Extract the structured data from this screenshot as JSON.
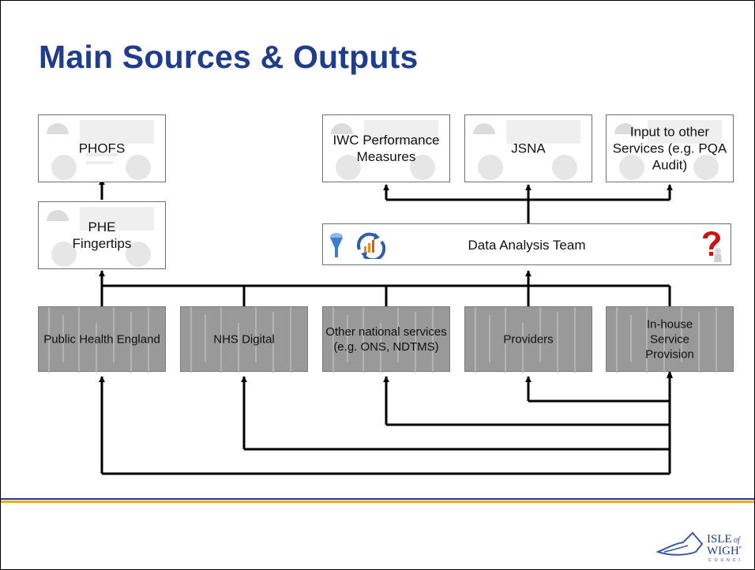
{
  "title": "Main Sources & Outputs",
  "outputs": [
    {
      "id": "phofs",
      "label": "PHOFS"
    },
    {
      "id": "iwc",
      "label": "IWC Performance Measures"
    },
    {
      "id": "jsna",
      "label": "JSNA"
    },
    {
      "id": "other-services",
      "label": "Input to other Services (e.g. PQA Audit)"
    }
  ],
  "fingertips": {
    "label": "PHE Fingertips"
  },
  "analysis_team": {
    "label": "Data Analysis Team",
    "icons": [
      "funnel-icon",
      "refresh-chart-icon",
      "question-person-icon"
    ]
  },
  "sources": [
    {
      "id": "phe",
      "label": "Public Health England"
    },
    {
      "id": "nhs-digital",
      "label": "NHS Digital"
    },
    {
      "id": "other-national",
      "label": "Other national services (e.g. ONS, NDTMS)"
    },
    {
      "id": "providers",
      "label": "Providers"
    },
    {
      "id": "in-house",
      "label": "In-house Service Provision"
    }
  ],
  "logo": {
    "text_main": "ISLE of WIGHT",
    "text_sub": "COUNCIL"
  },
  "colors": {
    "title": "#1f3d8a",
    "footer_blue": "#1f3d8a",
    "footer_gold": "#f2a81d",
    "source_box": "#999999",
    "arrow": "#000000"
  }
}
